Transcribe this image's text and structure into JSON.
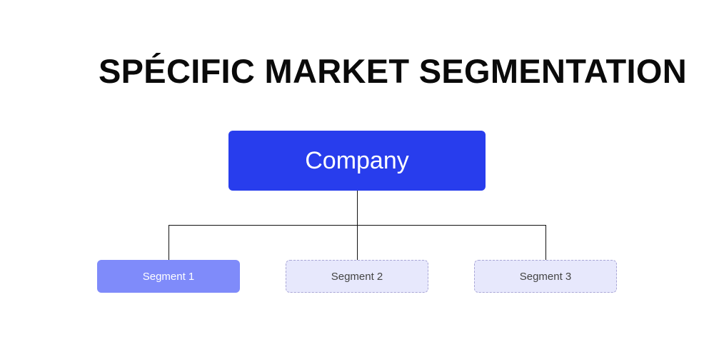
{
  "title": "SPÉCIFIC MARKET SEGMENTATION",
  "root": {
    "label": "Company",
    "color": "#283ded"
  },
  "segments": [
    {
      "label": "Segment 1",
      "color": "#7f8bfa"
    },
    {
      "label": "Segment 2",
      "color": "#e7e8fc"
    },
    {
      "label": "Segment 3",
      "color": "#e7e8fc"
    }
  ]
}
